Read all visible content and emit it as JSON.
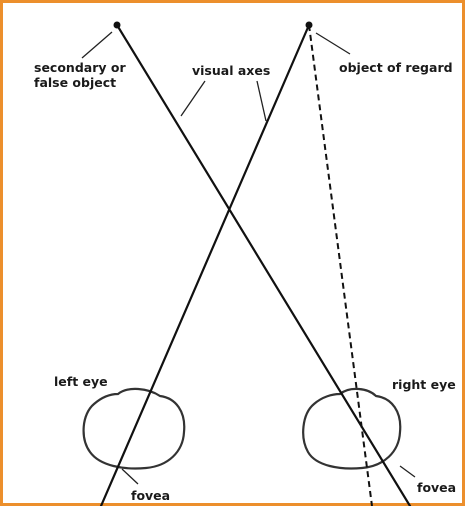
{
  "labels": {
    "secondary_object_line1": "secondary or",
    "secondary_object_line2": "false object",
    "visual_axes": "visual axes",
    "object_of_regard": "object of regard",
    "left_eye": "left eye",
    "right_eye": "right eye",
    "fovea_left": "fovea",
    "fovea_right": "fovea"
  },
  "colors": {
    "border": "#ec8f2c",
    "line": "#111111",
    "eye_outline": "#333333"
  }
}
